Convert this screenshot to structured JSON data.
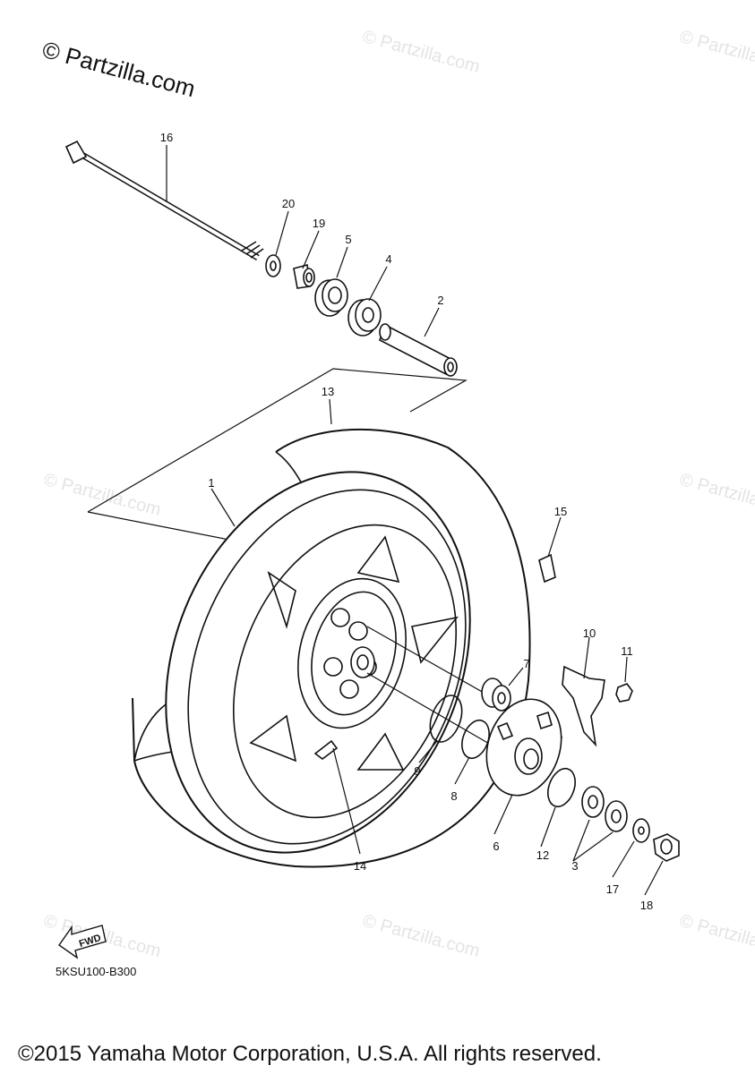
{
  "watermark": "© Partzilla.com",
  "fwd_label": "FWD",
  "diagram_code": "5KSU100-B300",
  "copyright": "©2015 Yamaha Motor Corporation, U.S.A. All rights reserved.",
  "parts": [
    "1",
    "2",
    "3",
    "4",
    "5",
    "6",
    "7",
    "8",
    "9",
    "10",
    "11",
    "12",
    "13",
    "14",
    "15",
    "16",
    "17",
    "18",
    "19",
    "20"
  ]
}
